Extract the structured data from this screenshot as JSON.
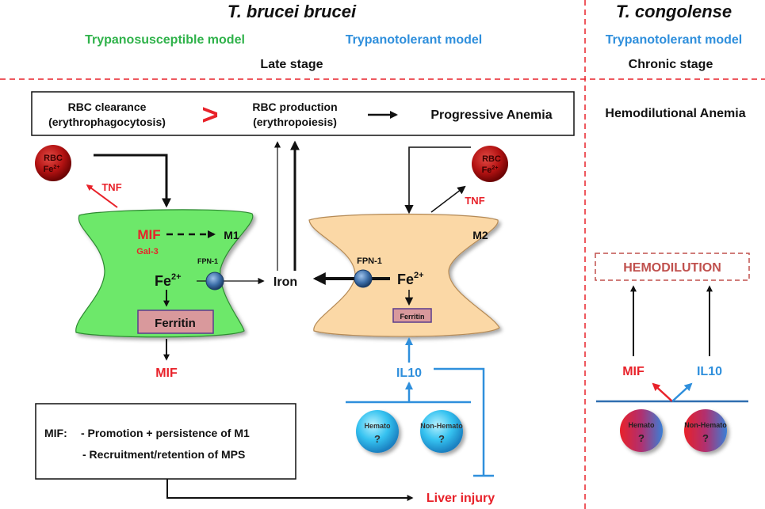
{
  "header": {
    "left_title": "T. brucei brucei",
    "right_title": "T. congolense",
    "model_susceptible": "Trypanosusceptible model",
    "model_tolerant_left": "Trypanotolerant model",
    "model_tolerant_right": "Trypanotolerant model",
    "stage_left": "Late stage",
    "stage_right": "Chronic stage"
  },
  "top_box": {
    "clearance_line1": "RBC clearance",
    "clearance_line2": "(erythrophagocytosis)",
    "greater_than": ">",
    "production_line1": "RBC production",
    "production_line2": "(erythropoiesis)",
    "result": "Progressive Anemia"
  },
  "hemodilutional_anemia": "Hemodilutional Anemia",
  "rbc": {
    "line1": "RBC",
    "fe": "Fe",
    "charge": "2+"
  },
  "tnf": "TNF",
  "m1_cell": {
    "mif": "MIF",
    "m1": "M1",
    "gal3": "Gal-3",
    "fpn": "FPN-1",
    "fe": "Fe",
    "charge": "2+",
    "ferritin": "Ferritin",
    "mif_out": "MIF"
  },
  "iron": "Iron",
  "m2_cell": {
    "m2": "M2",
    "fpn": "FPN-1",
    "fe": "Fe",
    "charge": "2+",
    "ferritin": "Ferritin"
  },
  "il10_left": "IL10",
  "sources": {
    "hemato": "Hemato",
    "non_hemato": "Non-Hemato",
    "unknown": "?"
  },
  "mif_box": {
    "label": "MIF:",
    "point1": "- Promotion + persistence of M1",
    "point2": "- Recruitment/retention of MPS"
  },
  "liver_injury": "Liver injury",
  "right_panel": {
    "hemodilution": "HEMODILUTION",
    "mif": "MIF",
    "il10": "IL10",
    "hemato": "Hemato",
    "non_hemato": "Non-Hemato",
    "unknown": "?"
  },
  "colors": {
    "red": "#e8222a",
    "green": "#2fb24a",
    "blue": "#2f8fdc",
    "m1_fill": "#6de86a",
    "m2_fill": "#fbd8a6",
    "ferritin_fill": "#d9999c",
    "hemodilution": "#c0504d"
  }
}
